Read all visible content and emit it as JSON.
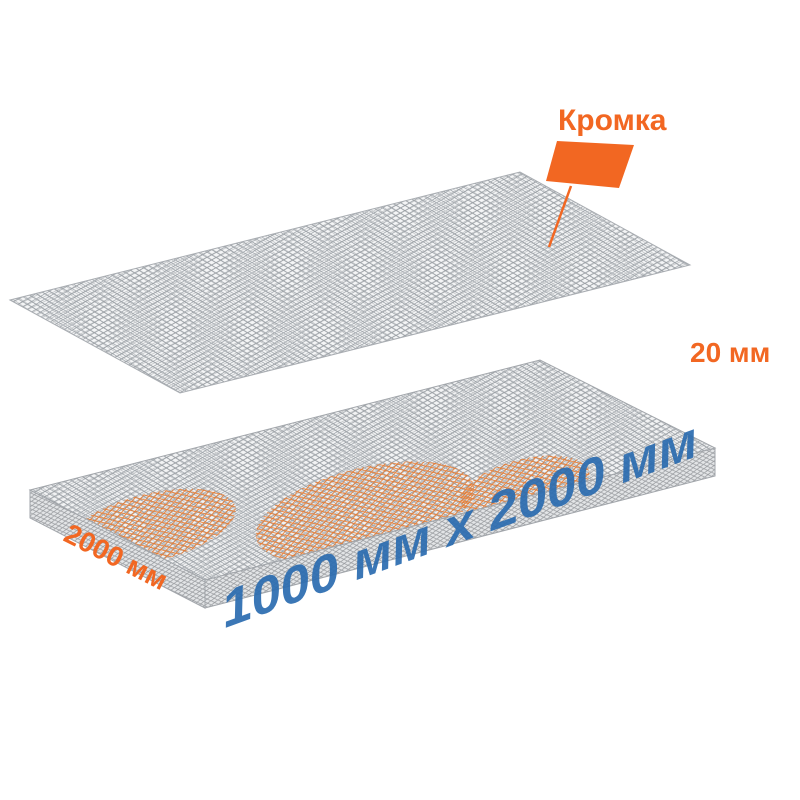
{
  "labels": {
    "edge": "Кромка",
    "length": "2000 мм",
    "thickness": "20 мм",
    "size": "1000 мм х 2000 мм"
  },
  "colors": {
    "orange": "#F26722",
    "blue": "#2B6CB0",
    "mesh_gray": "#9AA0A6",
    "mesh_orange": "#E87A2E"
  }
}
